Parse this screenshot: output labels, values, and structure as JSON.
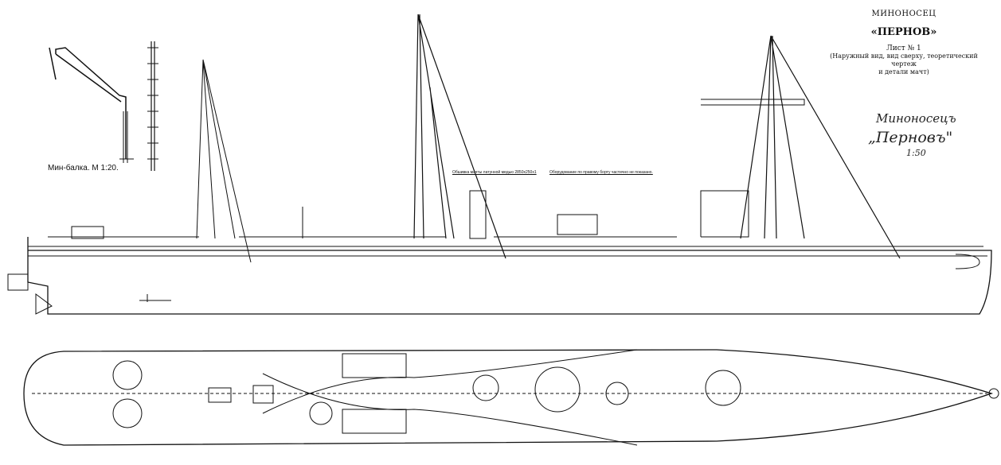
{
  "title_block": {
    "type": "МИНОНОСЕЦ",
    "name": "«ПЕРНОВ»",
    "sheet": "Лист № 1",
    "description_line1": "(Наружный вид, вид сверху, теоретический чертеж",
    "description_line2": "и детали мачт)"
  },
  "handwritten": {
    "line1": "Миноносецъ",
    "line2": "„Перновъ\"",
    "scale": "1:50"
  },
  "crane_detail_label": "Мин-балка. М 1:20.",
  "notes": {
    "mast_cladding": "Обшивка мачты латунной медью 2850x250x1",
    "starboard_equipment": "Оборудование по правому борту частично не показано."
  }
}
